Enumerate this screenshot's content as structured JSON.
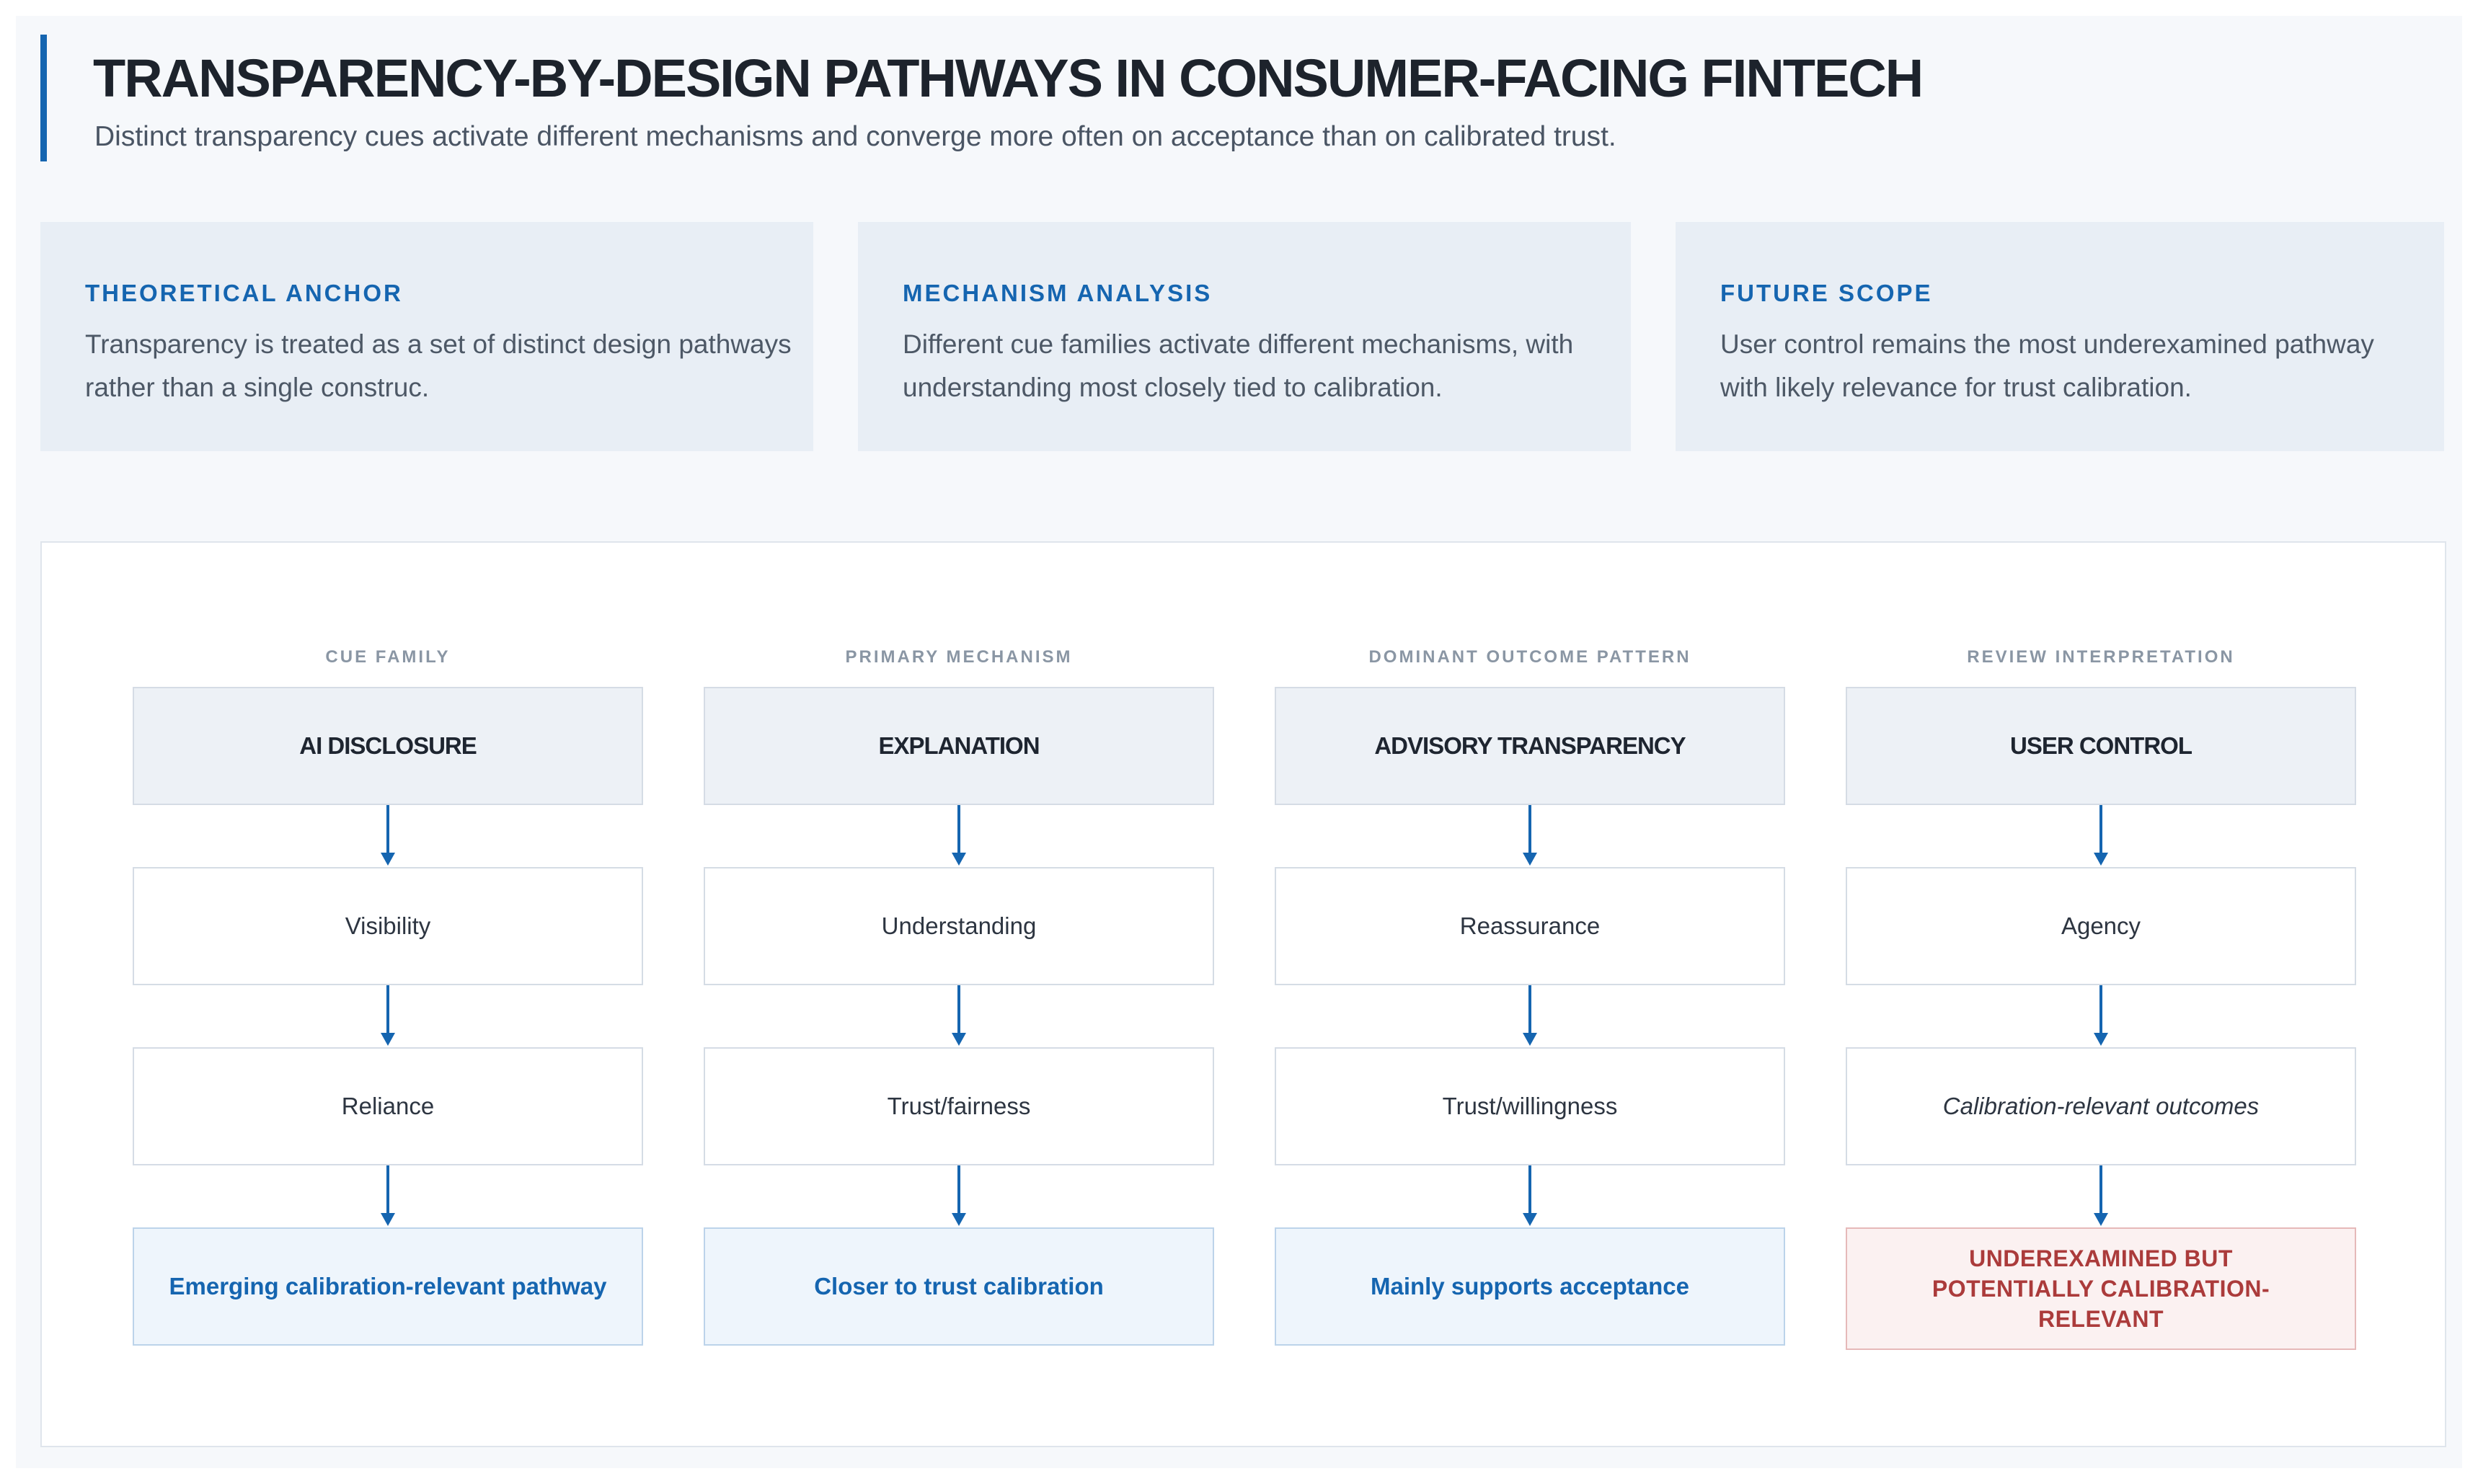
{
  "header": {
    "title": "TRANSPARENCY-BY-DESIGN PATHWAYS IN CONSUMER-FACING FINTECH",
    "subtitle": "Distinct transparency cues activate different mechanisms and converge more often on acceptance than on calibrated trust."
  },
  "cards": [
    {
      "label": "THEORETICAL ANCHOR",
      "text": "Transparency is treated as a set of distinct design pathways rather than a single construc."
    },
    {
      "label": "MECHANISM ANALYSIS",
      "text": "Different cue families activate different mechanisms, with understanding most closely tied to calibration."
    },
    {
      "label": "FUTURE SCOPE",
      "text": "User control remains the most underexamined pathway with likely relevance for trust calibration."
    }
  ],
  "diagram": {
    "column_labels": [
      "CUE FAMILY",
      "PRIMARY MECHANISM",
      "DOMINANT OUTCOME PATTERN",
      "REVIEW INTERPRETATION"
    ],
    "columns": [
      {
        "cue": "AI DISCLOSURE",
        "mechanism": "Visibility",
        "outcome": "Reliance",
        "interpretation": "Emerging calibration-relevant pathway"
      },
      {
        "cue": "EXPLANATION",
        "mechanism": "Understanding",
        "outcome": "Trust/fairness",
        "interpretation": "Closer to trust calibration"
      },
      {
        "cue": "ADVISORY TRANSPARENCY",
        "mechanism": "Reassurance",
        "outcome": "Trust/willingness",
        "interpretation": "Mainly supports acceptance"
      },
      {
        "cue": "USER CONTROL",
        "mechanism": "Agency",
        "outcome": "Calibration-relevant outcomes",
        "interpretation": "UNDEREXAMINED BUT POTENTIALLY CALIBRATION-RELEVANT"
      }
    ]
  },
  "colors": {
    "accent": "#1565b0",
    "warning": "#ab3b3b",
    "card_background": "#e8eef5"
  }
}
